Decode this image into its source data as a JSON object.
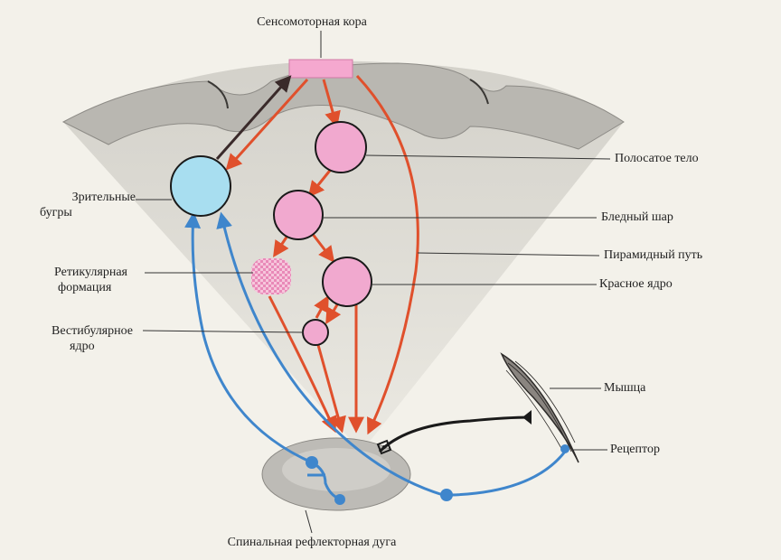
{
  "labels": {
    "cortex": "Сенсомоторная кора",
    "thalamus_line1": "Зрительные",
    "thalamus_line2": "бугры",
    "reticular_line1": "Ретикулярная",
    "reticular_line2": "формация",
    "vestibular_line1": "Вестибулярное",
    "vestibular_line2": "ядро",
    "striatum": "Полосатое тело",
    "pallidum": "Бледный шар",
    "pyramidal": "Пирамидный путь",
    "red_nucleus": "Красное ядро",
    "muscle": "Мышца",
    "receptor": "Рецептор",
    "spinal_arc": "Спинальная рефлекторная дуга"
  },
  "colors": {
    "cortex_grey": "#b9b7b1",
    "brain_fill": "#dcdad3",
    "nucleus_pink": "#f1a9cf",
    "thalamus_blue": "#a8def0",
    "efferent_red": "#e0502c",
    "afferent_blue": "#3f86cc",
    "cortex_patch": "#f5a8cf",
    "dark_path": "#3a2a2a"
  }
}
